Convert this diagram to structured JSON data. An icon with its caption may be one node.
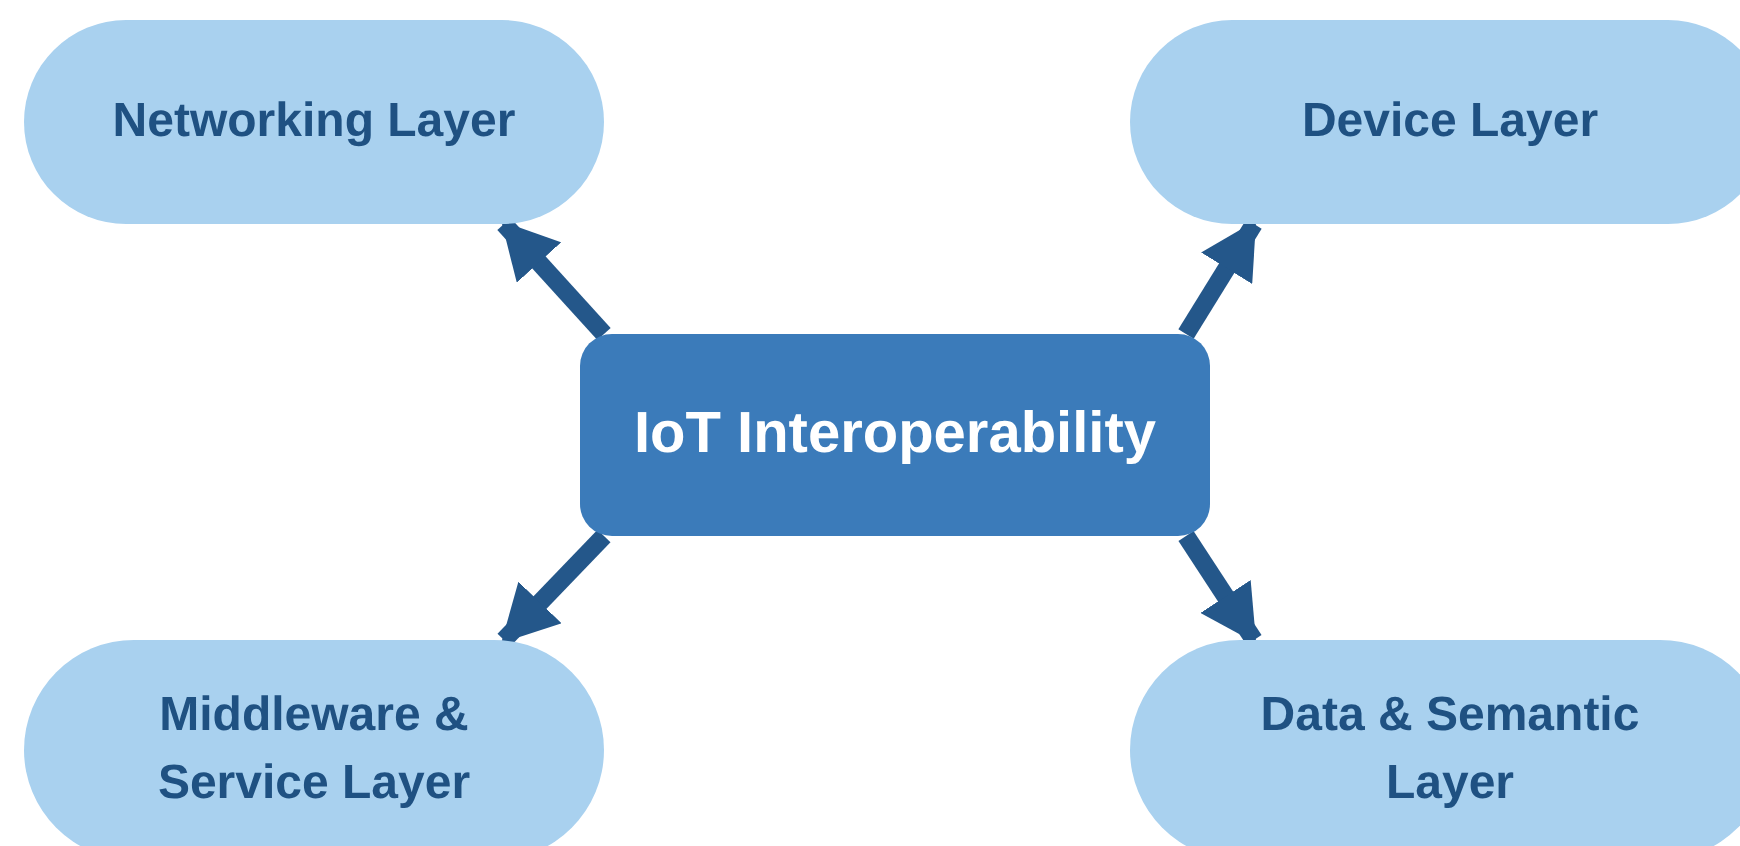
{
  "diagram": {
    "nodes": [
      {
        "text": [
          "Networking Layer"
        ]
      },
      {
        "text": [
          "Device Layer"
        ]
      },
      {
        "text": [
          "IoT Interoperability"
        ]
      },
      {
        "text": [
          "Middleware & Service Layer"
        ]
      },
      {
        "text": [
          "Data & Semantic Layer"
        ]
      }
    ],
    "edges": [
      {
        "from": 2,
        "to": 0,
        "arrow": "to"
      },
      {
        "from": 2,
        "to": 1,
        "arrow": "to"
      },
      {
        "from": 2,
        "to": 3,
        "arrow": "to"
      },
      {
        "from": 2,
        "to": 4,
        "arrow": "to"
      }
    ]
  }
}
